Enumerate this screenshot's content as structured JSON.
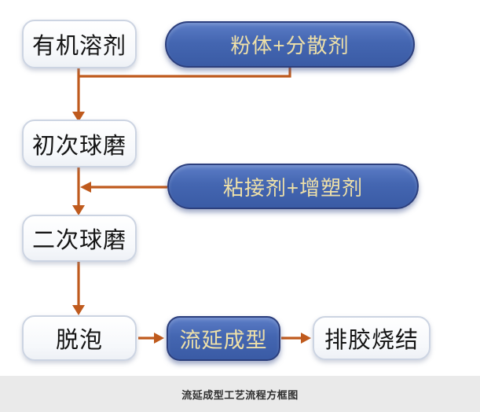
{
  "diagram": {
    "title_caption": "流延成型工艺流程方框图",
    "nodes": {
      "organic_solvent": {
        "label": "有机溶剂"
      },
      "powder_dispersant": {
        "label": "粉体+分散剂"
      },
      "first_ball_milling": {
        "label": "初次球磨"
      },
      "binder_plasticizer": {
        "label": "粘接剂+增塑剂"
      },
      "second_ball_milling": {
        "label": "二次球磨"
      },
      "defoaming": {
        "label": "脱泡"
      },
      "tape_casting": {
        "label": "流延成型"
      },
      "debinding_sintering": {
        "label": "排胶烧结"
      }
    },
    "flow": [
      "有机溶剂 + (粉体+分散剂) → 初次球磨",
      "初次球磨 + (粘接剂+增塑剂) → 二次球磨",
      "二次球磨 → 脱泡",
      "脱泡 → 流延成型",
      "流延成型 → 排胶烧结"
    ]
  },
  "colors": {
    "arrow": "#bf5a1d",
    "pill-fill-top": "#5b7cc6",
    "pill-fill-bottom": "#3a5ba5",
    "pill-border": "#2c3f7d",
    "pill-text": "#eee0a8",
    "box-border": "#ccd4e2",
    "box-text": "#141414",
    "caption-bg": "#eaeaea",
    "caption-text": "#2f2f2f"
  }
}
